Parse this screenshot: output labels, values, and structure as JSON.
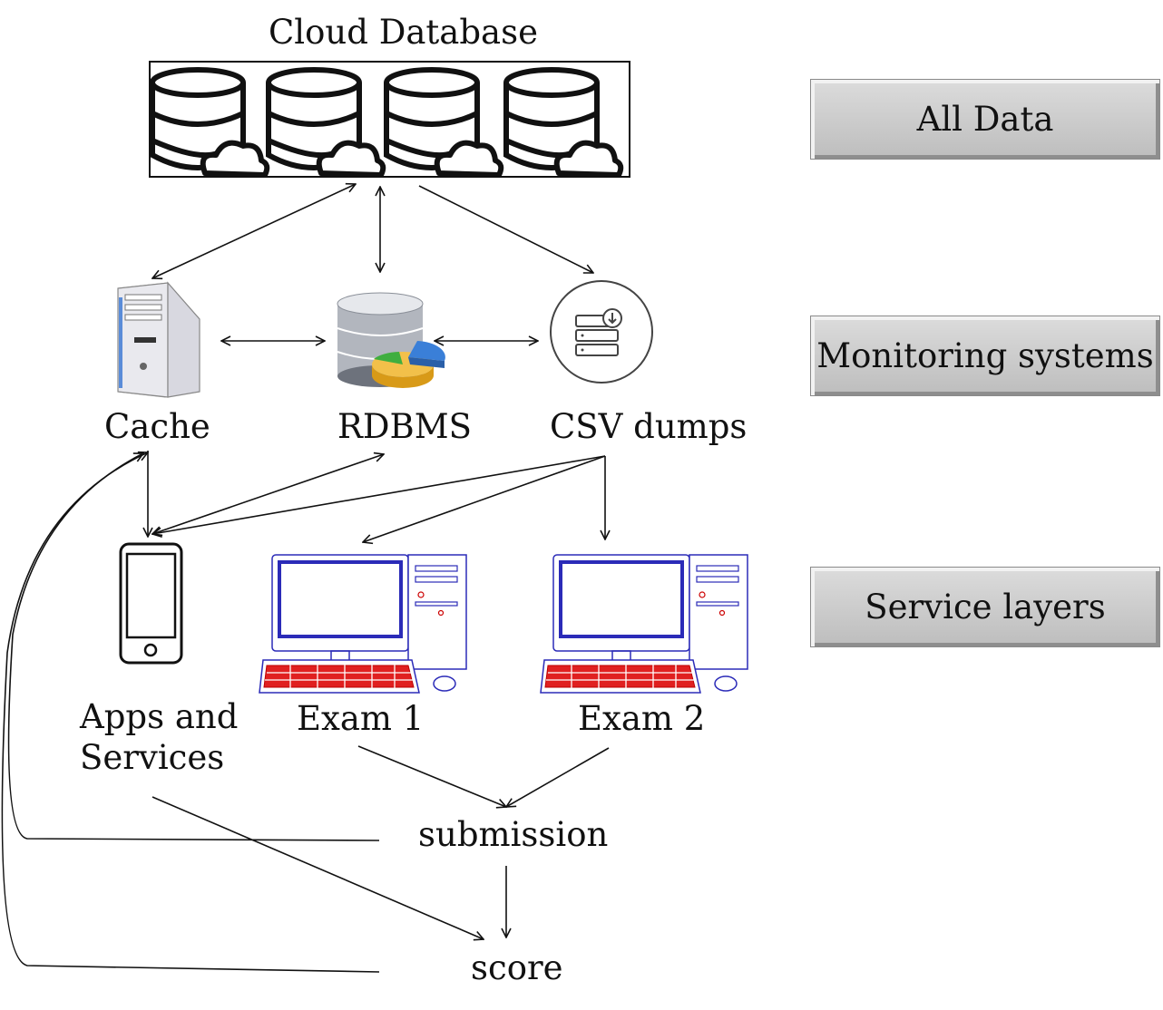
{
  "diagram": {
    "title": "Cloud Database",
    "nodes": {
      "cache": "Cache",
      "rdbms": "RDBMS",
      "csv": "CSV dumps",
      "apps_line1": "Apps and",
      "apps_line2": "Services",
      "exam1": "Exam 1",
      "exam2": "Exam 2",
      "submission": "submission",
      "score": "score"
    }
  },
  "layers": [
    "All Data",
    "Monitoring systems",
    "Service layers"
  ]
}
